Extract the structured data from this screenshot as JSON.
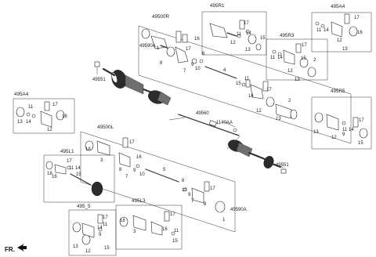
{
  "diagram": {
    "labels": {
      "l_495R1": "495R1",
      "l_495A4_tr": "495A4",
      "l_49500R": "49500R",
      "l_49590A_top": "49590A",
      "l_495R3": "495R3",
      "l_49551_left": "49551",
      "l_495A4_left": "495A4",
      "l_495R5": "495R5",
      "l_49560": "49560",
      "l_1140AA": "1140AA",
      "l_49500L": "49500L",
      "l_49551_right": "49551",
      "l_495L1": "495L1",
      "l_495L3": "495L3",
      "l_49590A_bot": "49590A",
      "l_495L5": "495_5",
      "fr": "FR."
    },
    "numbers": {
      "n1": "1",
      "n2": "2",
      "n3": "3",
      "n4": "4",
      "n5": "5",
      "n6": "6",
      "n7": "7",
      "n8": "8",
      "n9": "9",
      "n10": "10",
      "n11": "11",
      "n12": "12",
      "n13": "13",
      "n14": "14",
      "n15": "15",
      "n16": "16",
      "n17": "17",
      "n18": "18"
    }
  }
}
